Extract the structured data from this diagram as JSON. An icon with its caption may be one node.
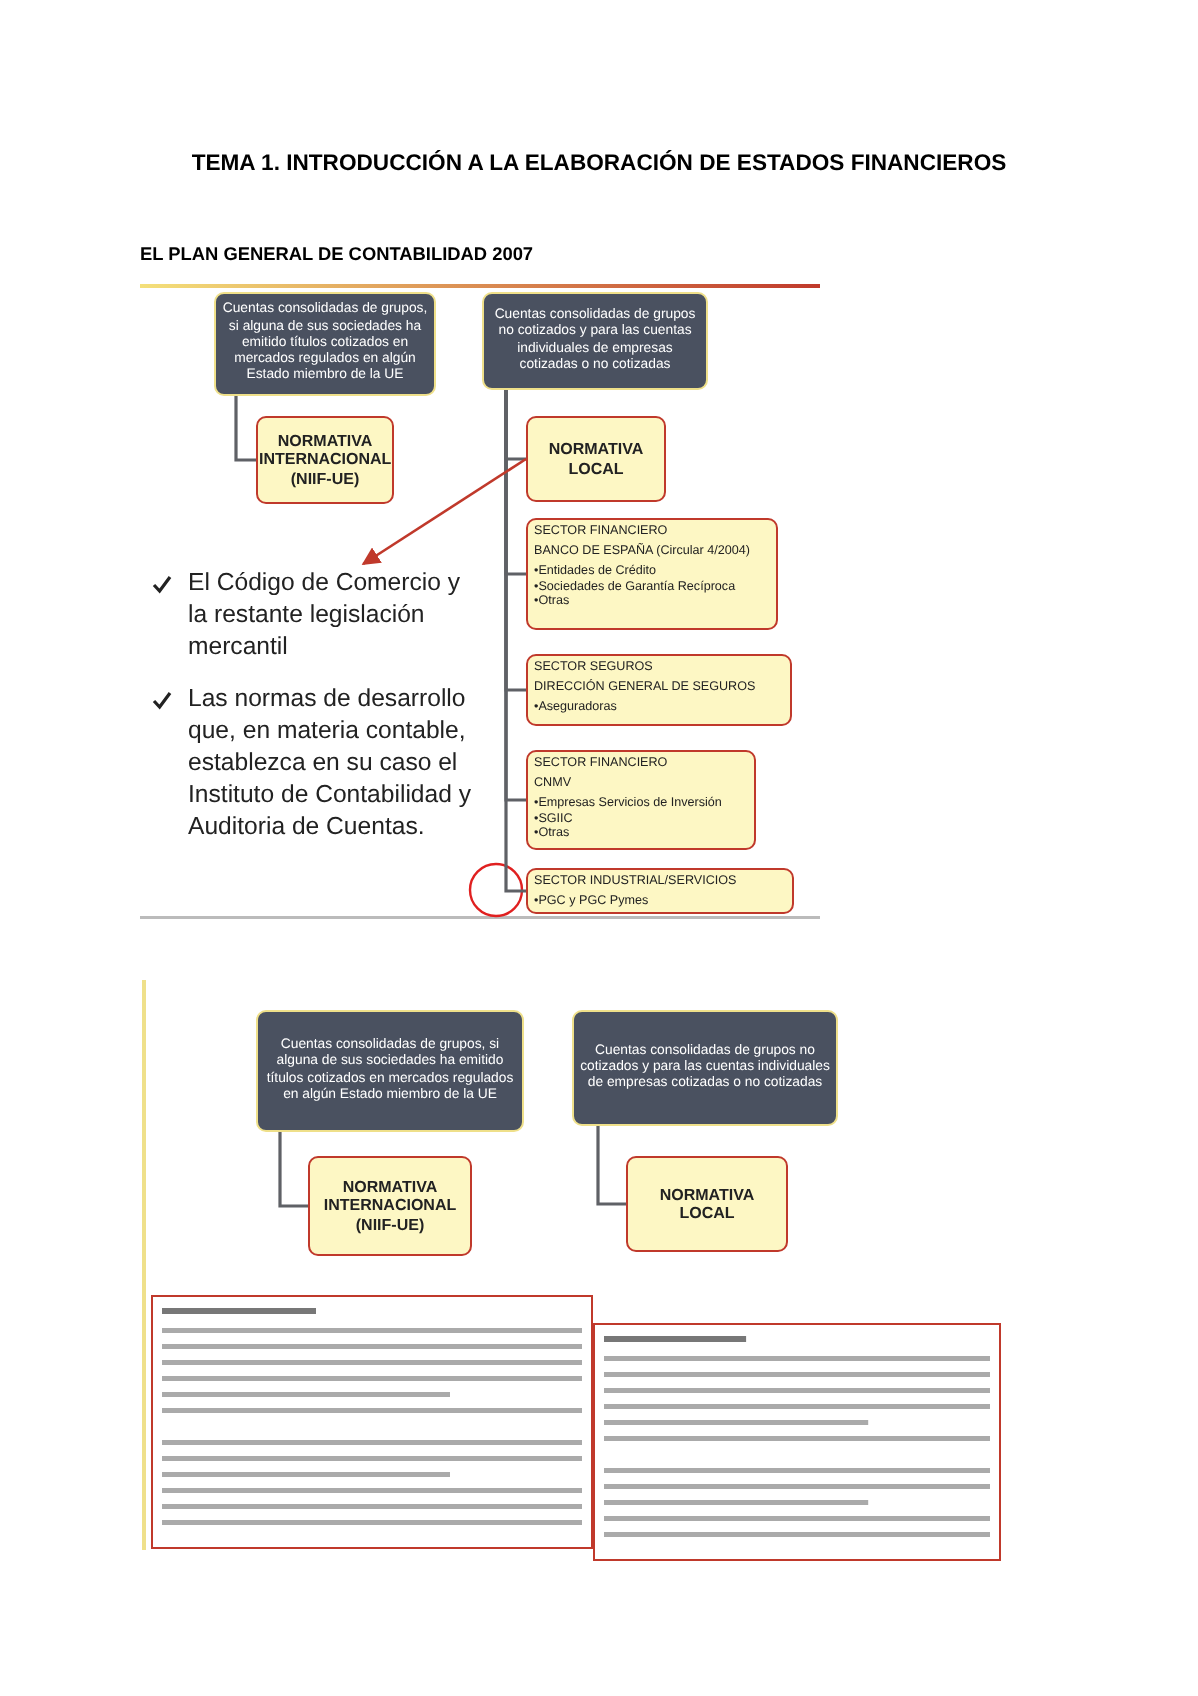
{
  "diagram": {
    "title": "TEMA 1. INTRODUCCIÓN A LA ELABORACIÓN DE ESTADOS FINANCIEROS",
    "nodes": [
      {
        "text": [
          "Cuentas consolidadas de grupos, si alguna de sus sociedades ha emitido títulos cotizados en mercados regulados en algún Estado miembro de la UE"
        ]
      },
      {
        "text": [
          "Cuentas consolidadas de grupos no cotizados y para las cuentas individuales de empresas cotizadas o no cotizadas"
        ]
      },
      {
        "text": [
          "NORMATIVA INTERNACIONAL (NIIF-UE)"
        ]
      },
      {
        "text": [
          "NORMATIVA LOCAL"
        ]
      },
      {
        "text": [
          "SECTOR FINANCIERO",
          "BANCO DE ESPAÑA (Circular 4/2004)",
          "•Entidades de Crédito",
          "•Sociedades de Garantía Recíproca",
          "•Otras"
        ]
      },
      {
        "text": [
          "SECTOR SEGUROS",
          "DIRECCIÓN GENERAL DE SEGUROS",
          "•Aseguradoras"
        ]
      },
      {
        "text": [
          "SECTOR FINANCIERO",
          "CNMV",
          "•Empresas Servicios de Inversión",
          "•SGIIC",
          "•Otras"
        ]
      },
      {
        "text": [
          "SECTOR INDUSTRIAL/SERVICIOS",
          "•PGC y PGC Pymes"
        ]
      },
      {
        "text": [
          "El Código de Comercio y la restante legislación mercantil",
          "Las normas de desarrollo que, en materia contable, establezca en su caso el Instituto de Contabilidad y Auditoria de Cuentas."
        ]
      },
      {
        "text": [
          "Cuentas consolidadas de grupos, si alguna de sus sociedades ha emitido títulos cotizados en mercados regulados en algún Estado miembro de la UE"
        ]
      },
      {
        "text": [
          "Cuentas consolidadas de grupos no cotizados y para las cuentas individuales de empresas cotizadas o no cotizadas"
        ]
      },
      {
        "text": [
          "NORMATIVA INTERNACIONAL (NIIF-UE)"
        ]
      },
      {
        "text": [
          "NORMATIVA LOCAL"
        ]
      }
    ],
    "edges": [
      {
        "from": 0,
        "to": 2,
        "arrow": "none"
      },
      {
        "from": 1,
        "to": 3,
        "arrow": "none"
      },
      {
        "from": 1,
        "to": 4,
        "arrow": "none"
      },
      {
        "from": 1,
        "to": 5,
        "arrow": "none"
      },
      {
        "from": 1,
        "to": 6,
        "arrow": "none"
      },
      {
        "from": 1,
        "to": 7,
        "arrow": "none"
      },
      {
        "from": 3,
        "to": 8,
        "arrow": "to",
        "color": "#c0392b"
      },
      {
        "from": 9,
        "to": 11,
        "arrow": "none"
      },
      {
        "from": 10,
        "to": 12,
        "arrow": "none"
      }
    ],
    "labels": [
      "EL PLAN GENERAL DE CONTABILIDAD 2007"
    ]
  }
}
